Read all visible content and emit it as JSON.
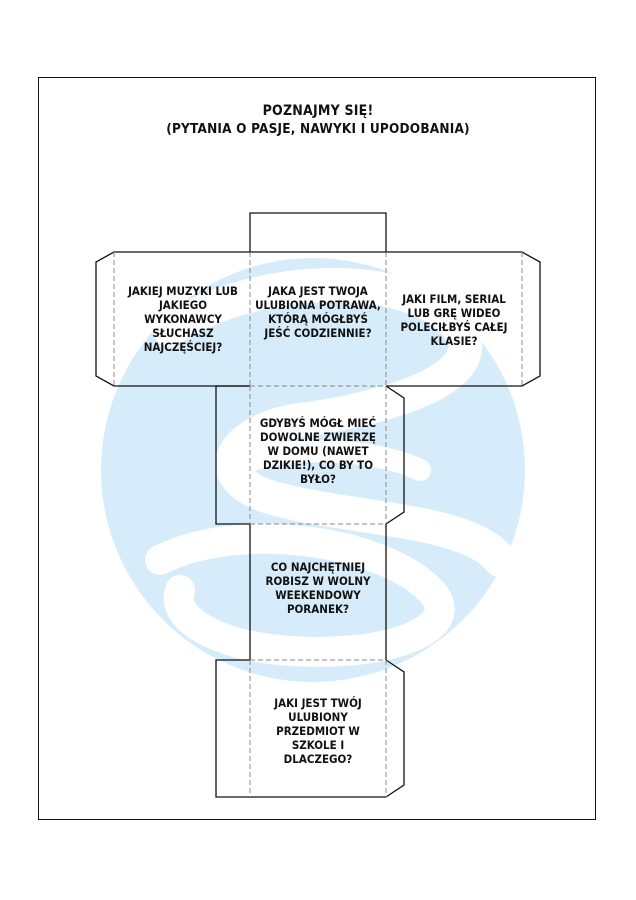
{
  "title": {
    "line1": "POZNAJMY SIĘ!",
    "line2": "(PYTANIA O PASJE, NAWYKI I UPODOBANIA)"
  },
  "questions": [
    "JAKIEJ MUZYKI LUB JAKIEGO WYKONAWCY SŁUCHASZ NAJCZĘŚCIEJ?",
    "JAKA JEST TWOJA ULUBIONA POTRAWA, KTÓRĄ MÓGŁBYŚ JEŚĆ CODZIENNIE?",
    "JAKI FILM, SERIAL LUB GRĘ WIDEO POLECIŁBYŚ CAŁEJ KLASIE?",
    "GDYBYŚ MÓGŁ MIEĆ DOWOLNE ZWIERZĘ W DOMU (NAWET DZIKIE!), CO BY TO BYŁO?",
    "CO NAJCHĘTNIEJ ROBISZ W WOLNY WEEKENDOWY PORANEK?",
    "JAKI JEST TWÓJ ULUBIONY PRZEDMIOT W SZKOLE I DLACZEGO?"
  ],
  "colors": {
    "watermark": "#d7ecfa",
    "line": "#111111",
    "dash": "#888888"
  }
}
